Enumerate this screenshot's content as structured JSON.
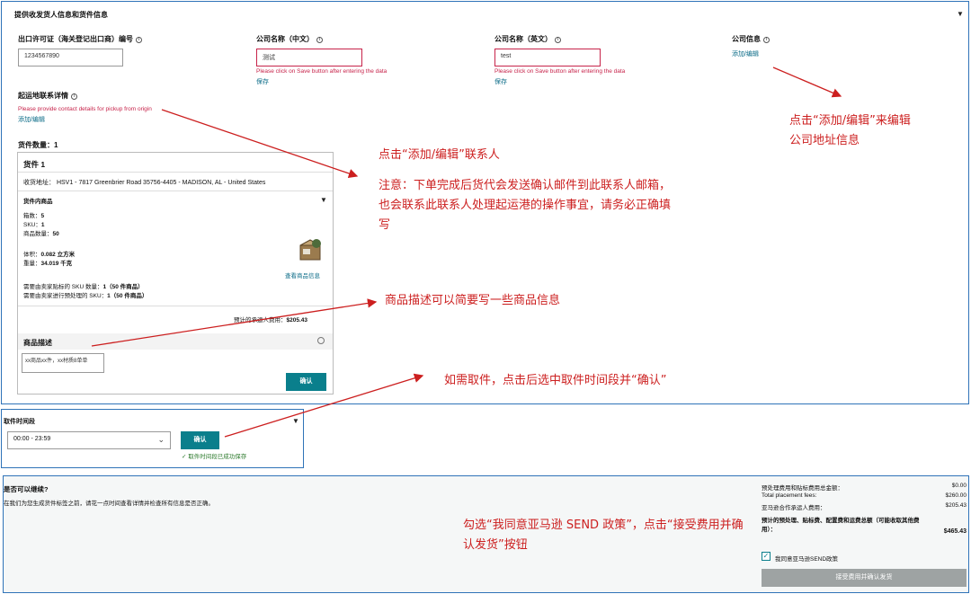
{
  "panel_top": {
    "title": "提供收发货人信息和货件信息",
    "collapse_glyph": "▼",
    "export_license": {
      "label": "出口许可证（海关登记出口商）编号",
      "value": "1234567890"
    },
    "company_cn": {
      "label": "公司名称（中文）",
      "value": "测试",
      "error": "Please click on Save button after entering the data",
      "save": "保存"
    },
    "company_en": {
      "label": "公司名称（英文）",
      "value": "test",
      "error": "Please click on Save button after entering the data",
      "save": "保存"
    },
    "company_info": {
      "label": "公司信息",
      "link": "添加/编辑"
    },
    "origin_contact": {
      "label": "起运地联系详情",
      "error": "Please provide contact details for pickup from origin",
      "link": "添加/编辑"
    },
    "shipment_count": "货件数量：1",
    "shipment": {
      "title": "货件 1",
      "address": "收货地址： HSV1 - 7817 Greenbrier Road 35756-4405 - MADISON, AL - United States",
      "contents_title": "货件内商品",
      "contents_glyph": "▼",
      "boxes": "箱数：",
      "boxes_val": "5",
      "sku": "SKU：",
      "sku_val": "1",
      "units": "商品数量：",
      "units_val": "50",
      "volume": "体积：",
      "volume_val": "0.082 立方米",
      "weight": "重量：",
      "weight_val": "34.019 千克",
      "view_products": "查看商品信息",
      "label_skus": "需要由卖家贴标的 SKU 数量：",
      "label_skus_val": "1（50 件商品）",
      "prep_skus": "需要由卖家进行预处理的 SKU：",
      "prep_skus_val": "1（50 件商品）",
      "estimated_carrier_fee": "预计的承运人费用：",
      "estimated_carrier_fee_val": "$205.43",
      "desc_title": "商品描述",
      "desc_value": "xx商品xx件，xx材质8单单",
      "confirm": "确认"
    }
  },
  "panel_mid": {
    "title": "取件时间段",
    "collapse_glyph": "▼",
    "time_value": "00:00 - 23:59",
    "confirm": "确认",
    "saved_msg": "✓ 取件时间段已成功保存"
  },
  "panel_bottom": {
    "question": "是否可以继续?",
    "note": "在我们为您生成货件标签之前，请花一点时间查看详情并检查所有信息是否正确。",
    "fees": [
      {
        "label": "预处理费用和贴标费用总金额：",
        "value": "$0.00"
      },
      {
        "label": "Total placement fees:",
        "value": "$260.00"
      },
      {
        "label": "亚马逊合作承运人费用：",
        "value": "$205.43"
      }
    ],
    "total_label": "预计的预处理、贴标费、配置费和运费总额（可能收取其他费用）：",
    "total_value": "$465.43",
    "agree": "我同意亚马逊SEND政策",
    "accept_btn": "接受费用并确认发货"
  },
  "annotations": {
    "a1": "点击“添加/编辑”来编辑公司地址信息",
    "a2": "点击“添加/编辑”联系人",
    "a3": "注意：下单完成后货代会发送确认邮件到此联系人邮箱，也会联系此联系人处理起运港的操作事宜，请务必正确填写",
    "a4": "商品描述可以简要写一些商品信息",
    "a5": "如需取件，点击后选中取件时间段并“确认”",
    "a6": "勾选“我同意亚马逊 SEND 政策”，点击“接受费用并确认发货”按钮"
  }
}
